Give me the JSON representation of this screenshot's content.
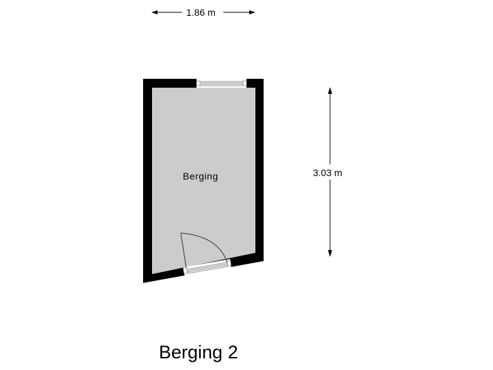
{
  "plan": {
    "title": "Berging 2",
    "rooms": [
      {
        "label": "Berging"
      }
    ],
    "dimensions": {
      "width": "1.86 m",
      "height": "3.03 m"
    },
    "colors": {
      "wall": "#000000",
      "floor": "#cccccc",
      "background": "#ffffff",
      "window_line": "#888888"
    }
  }
}
